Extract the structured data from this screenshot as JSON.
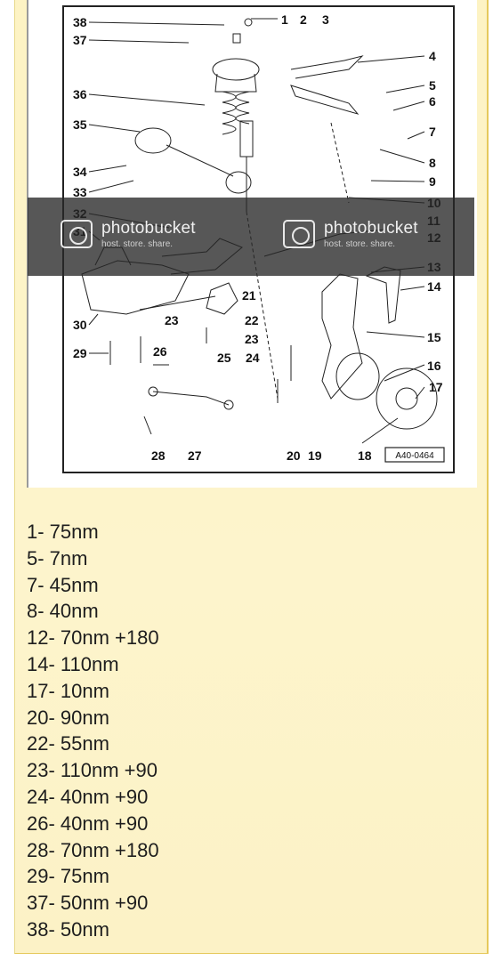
{
  "diagram": {
    "part_numbers": {
      "n1": "1",
      "n2": "2",
      "n3": "3",
      "n4": "4",
      "n5": "5",
      "n6": "6",
      "n7": "7",
      "n8": "8",
      "n9": "9",
      "n10": "10",
      "n11": "11",
      "n12": "12",
      "n13": "13",
      "n14": "14",
      "n15": "15",
      "n16": "16",
      "n17": "17",
      "n18": "18",
      "n19": "19",
      "n20": "20",
      "n21": "21",
      "n22": "22",
      "n23a": "23",
      "n23b": "23",
      "n24": "24",
      "n25": "25",
      "n26": "26",
      "n27": "27",
      "n28": "28",
      "n29": "29",
      "n30": "30",
      "n31": "31",
      "n32": "32",
      "n33": "33",
      "n34": "34",
      "n35": "35",
      "n36": "36",
      "n37": "37",
      "n38": "38"
    },
    "figure_code": "A40-0464"
  },
  "watermark": {
    "brand": "photobucket",
    "sub": "host. store. share."
  },
  "torque_specs": [
    "1- 75nm",
    "5- 7nm",
    "7- 45nm",
    "8- 40nm",
    "12- 70nm +180",
    "14- 110nm",
    "17- 10nm",
    "20- 90nm",
    "22- 55nm",
    "23- 110nm +90",
    "24- 40nm +90",
    "26- 40nm +90",
    "28- 70nm +180",
    "29- 75nm",
    "37- 50nm +90",
    "38- 50nm"
  ]
}
